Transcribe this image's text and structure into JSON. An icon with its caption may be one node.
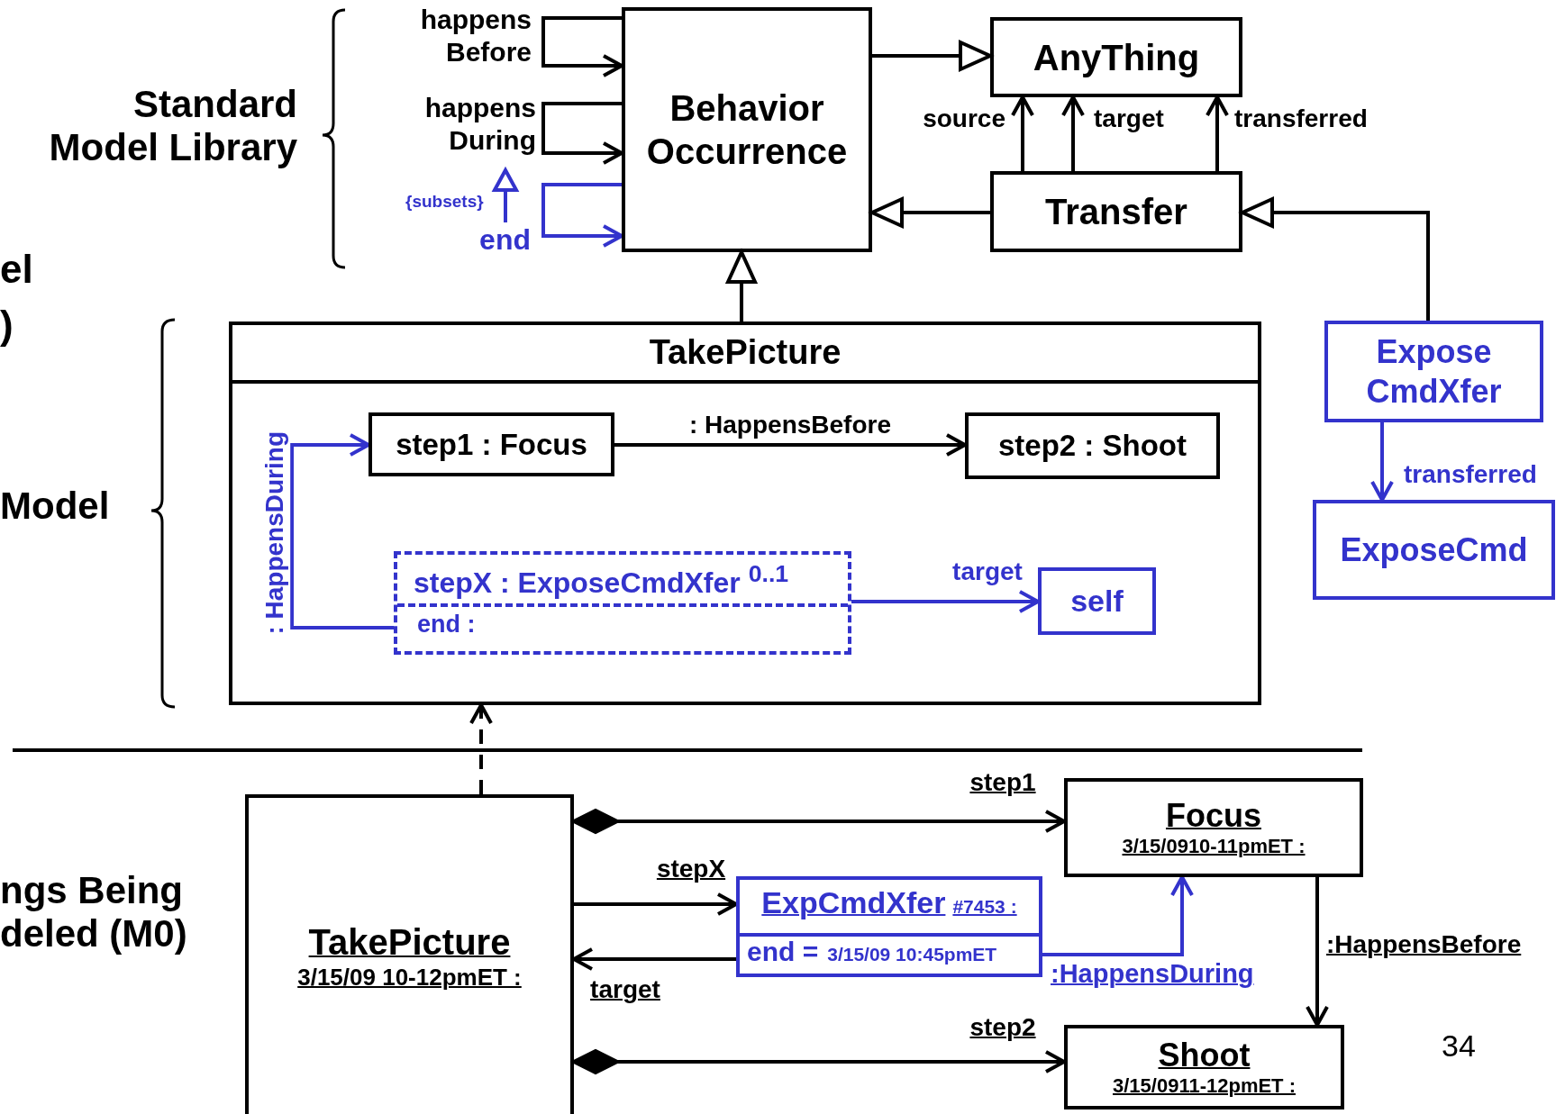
{
  "diagram": {
    "nodes": [
      {
        "text": [
          "Behavior Occurrence"
        ]
      },
      {
        "text": [
          "AnyThing"
        ]
      },
      {
        "text": [
          "Transfer"
        ]
      },
      {
        "text": [
          "TakePicture"
        ]
      },
      {
        "text": [
          "step1 : Focus"
        ],
        "in": 3
      },
      {
        "text": [
          "step2 : Shoot"
        ],
        "in": 3
      },
      {
        "text": [
          "stepX : ExposeCmdXfer $^{0..1}$",
          "end :"
        ],
        "in": 3
      },
      {
        "text": [
          "self"
        ],
        "in": 3
      },
      {
        "text": [
          "Expose CmdXfer"
        ]
      },
      {
        "text": [
          "ExposeCmd"
        ]
      },
      {
        "text": [
          "TakePicture",
          "3/15/09 10-12pmET :"
        ]
      },
      {
        "text": [
          "Focus",
          "3/15/0910-11pmET :"
        ]
      },
      {
        "text": [
          "ExpCmdXfer",
          "#7453 :",
          "end =",
          "3/15/09 10:45pmET"
        ]
      },
      {
        "text": [
          "Shoot",
          "3/15/0911-12pmET :"
        ]
      }
    ],
    "edges": [
      {
        "from": 0,
        "to": 0,
        "arrow": "to",
        "label": "happens Before"
      },
      {
        "from": 0,
        "to": 0,
        "arrow": "to",
        "label": "happens During"
      },
      {
        "from": 0,
        "to": 0,
        "arrow": "to",
        "label": "end",
        "color": "#3333cc"
      },
      {
        "from": 0,
        "to": 1,
        "arrow": "to"
      },
      {
        "from": 2,
        "to": 1,
        "arrow": "to",
        "label": "source"
      },
      {
        "from": 2,
        "to": 1,
        "arrow": "to",
        "label": "target"
      },
      {
        "from": 2,
        "to": 1,
        "arrow": "to",
        "label": "transferred"
      },
      {
        "from": 2,
        "to": 0,
        "arrow": "to"
      },
      {
        "from": 8,
        "to": 2,
        "arrow": "to"
      },
      {
        "from": 8,
        "to": 9,
        "arrow": "to",
        "label": "transferred",
        "color": "#3333cc"
      },
      {
        "from": 3,
        "to": 0,
        "arrow": "to"
      },
      {
        "from": 4,
        "to": 5,
        "arrow": "to",
        "label": ": HappensBefore"
      },
      {
        "from": 6,
        "to": 4,
        "arrow": "to",
        "label": ": HappensDuring",
        "color": "#3333cc"
      },
      {
        "from": 6,
        "to": 7,
        "arrow": "to",
        "label": "target",
        "color": "#3333cc"
      },
      {
        "from": 10,
        "to": 3,
        "arrow": "to",
        "style": "dashed"
      },
      {
        "from": 10,
        "to": 11,
        "arrow": "to",
        "label": "step1"
      },
      {
        "from": 10,
        "to": 13,
        "arrow": "to",
        "label": "step2"
      },
      {
        "from": 10,
        "to": 12,
        "arrow": "to",
        "label": "stepX"
      },
      {
        "from": 12,
        "to": 10,
        "arrow": "to",
        "label": "target"
      },
      {
        "from": 12,
        "to": 11,
        "arrow": "to",
        "label": ":HappensDuring",
        "color": "#3333cc"
      },
      {
        "from": 11,
        "to": 13,
        "arrow": "to",
        "label": ":HappensBefore"
      }
    ],
    "labels": [
      "Standard Model Library",
      "el",
      ")",
      "Model",
      "ngs Being deled (M0)",
      "{subsets}",
      "34"
    ]
  }
}
